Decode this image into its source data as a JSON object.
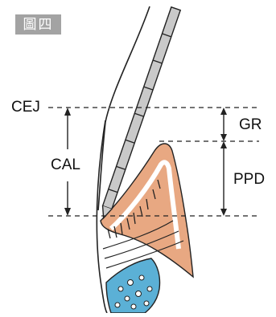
{
  "figure_label": "圖四",
  "labels": {
    "cej": "CEJ",
    "cal": "CAL",
    "gr": "GR",
    "ppd": "PPD"
  },
  "colors": {
    "line": "#222222",
    "gingiva": "#e8a882",
    "bone": "#5bb0d6",
    "probe": "#c9c9c9",
    "tag_bg": "#a3a3a3"
  }
}
